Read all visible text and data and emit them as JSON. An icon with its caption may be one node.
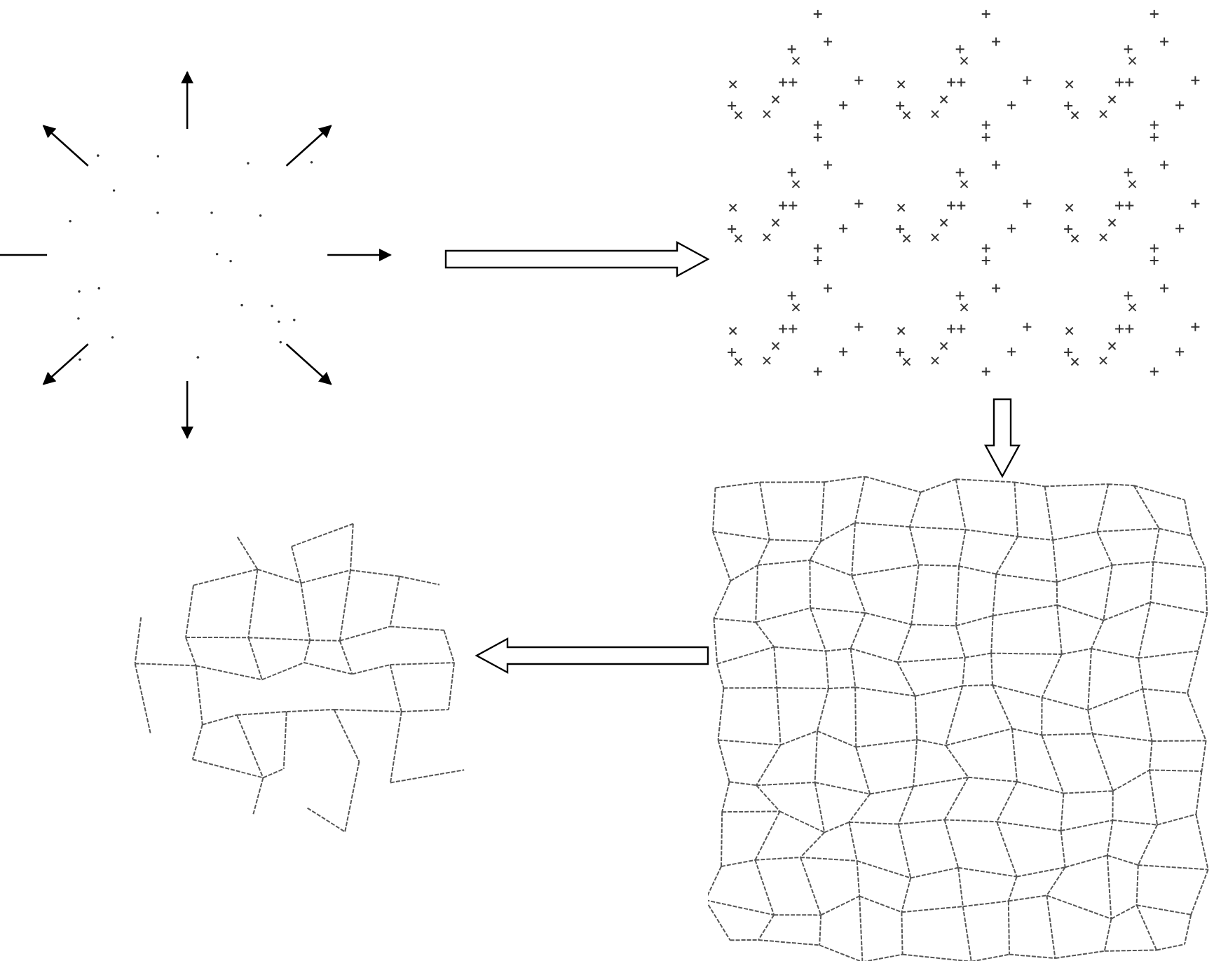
{
  "diagram": {
    "nodes": [
      {
        "text": [],
        "shape": "picture"
      },
      {
        "text": [],
        "shape": "picture"
      },
      {
        "text": [],
        "shape": "picture"
      },
      {
        "text": [],
        "shape": "picture"
      }
    ],
    "edges": [
      {
        "from": 0,
        "to": 1,
        "arrow": "to"
      },
      {
        "from": 1,
        "to": 2,
        "arrow": "to"
      },
      {
        "from": 2,
        "to": 3,
        "arrow": "to"
      }
    ]
  }
}
